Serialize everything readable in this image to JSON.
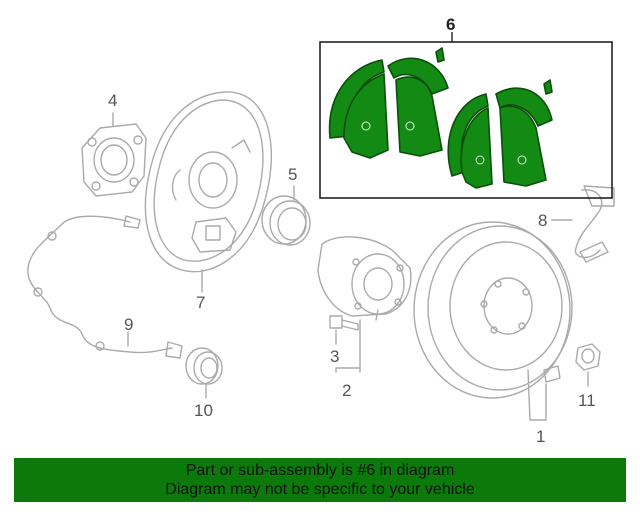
{
  "callouts": {
    "c1": "1",
    "c2": "2",
    "c3": "3",
    "c4": "4",
    "c5": "5",
    "c6": "6",
    "c7": "7",
    "c8": "8",
    "c9": "9",
    "c10": "10",
    "c11": "11"
  },
  "highlight_part": "6",
  "colors": {
    "part_outline": "#aaaaaa",
    "highlight_fill": "#138a13",
    "banner_bg": "#0b7a0b",
    "frame": "#222222"
  },
  "banner": {
    "line1": "Part or sub-assembly is #6 in diagram",
    "line2": "Diagram may not be specific to your vehicle"
  }
}
